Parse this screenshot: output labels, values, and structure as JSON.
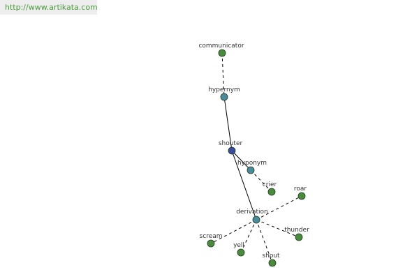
{
  "banner": {
    "url_text": "http://www.artikata.com"
  },
  "colors": {
    "leaf_node": "#4a8a3c",
    "relation_node": "#4a8c9c",
    "center_node": "#3a4a9c",
    "edge": "#000000"
  },
  "graph": {
    "nodes": {
      "communicator": {
        "label": "communicator",
        "kind": "leaf"
      },
      "hypernym": {
        "label": "hypernym",
        "kind": "relation"
      },
      "shouter": {
        "label": "shouter",
        "kind": "center"
      },
      "hyponym": {
        "label": "hyponym",
        "kind": "relation"
      },
      "crier": {
        "label": "crier",
        "kind": "leaf"
      },
      "derivation": {
        "label": "derivation",
        "kind": "relation"
      },
      "roar": {
        "label": "roar",
        "kind": "leaf"
      },
      "thunder": {
        "label": "thunder",
        "kind": "leaf"
      },
      "scream": {
        "label": "scream",
        "kind": "leaf"
      },
      "yell": {
        "label": "yell",
        "kind": "leaf"
      },
      "shout": {
        "label": "shout",
        "kind": "leaf"
      }
    },
    "edges": [
      {
        "from": "communicator",
        "to": "hypernym",
        "style": "dashed"
      },
      {
        "from": "hypernym",
        "to": "shouter",
        "style": "solid"
      },
      {
        "from": "shouter",
        "to": "hyponym",
        "style": "solid"
      },
      {
        "from": "hyponym",
        "to": "crier",
        "style": "dashed"
      },
      {
        "from": "shouter",
        "to": "derivation",
        "style": "solid"
      },
      {
        "from": "derivation",
        "to": "roar",
        "style": "dashed"
      },
      {
        "from": "derivation",
        "to": "thunder",
        "style": "dashed"
      },
      {
        "from": "derivation",
        "to": "scream",
        "style": "dashed"
      },
      {
        "from": "derivation",
        "to": "yell",
        "style": "dashed"
      },
      {
        "from": "derivation",
        "to": "shout",
        "style": "dashed"
      }
    ]
  }
}
